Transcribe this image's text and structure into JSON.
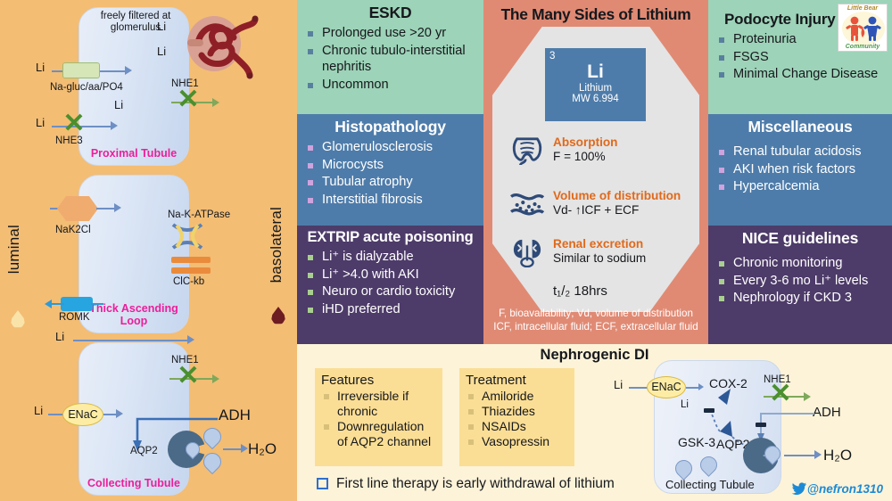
{
  "nephron": {
    "side_labels": {
      "luminal": "luminal",
      "basolateral": "basolateral"
    },
    "proximal": {
      "name": "Proximal Tubule",
      "glomerulus_note": "freely filtered at glomerulus",
      "li_top1": "Li",
      "li_top2": "Li",
      "li_cell": "Li",
      "li_in1": "Li",
      "li_in2": "Li",
      "transporter1": "Na-gluc/aa/PO4",
      "transporter2": "NHE3",
      "baso_transporter": "NHE1"
    },
    "loop": {
      "name": "Thick Ascending Loop",
      "nak2cl": "NaK2Cl",
      "romk": "ROMK",
      "na_k_atpase": "Na-K-ATPase",
      "clckb": "ClC-kb",
      "li_out": "Li"
    },
    "collecting": {
      "name": "Collecting Tubule",
      "li_in": "Li",
      "enac": "ENaC",
      "nhe1": "NHE1",
      "adh": "ADH",
      "aqp2": "AQP2",
      "water": "H₂O"
    }
  },
  "cards": {
    "eskd": {
      "title": "ESKD",
      "items": [
        "Prolonged use >20 yr",
        "Chronic tubulo-interstitial nephritis",
        "Uncommon"
      ]
    },
    "histopathology": {
      "title": "Histopathology",
      "items": [
        "Glomerulosclerosis",
        "Microcysts",
        "Tubular atrophy",
        "Interstitial fibrosis"
      ]
    },
    "extrip": {
      "title": "EXTRIP acute poisoning",
      "items": [
        "Li⁺ is dialyzable",
        "Li⁺ >4.0 with AKI",
        "Neuro or cardio toxicity",
        "iHD preferred"
      ]
    },
    "podocyte": {
      "title": "Podocyte Injury",
      "items": [
        "Proteinuria",
        "FSGS",
        "Minimal Change Disease"
      ]
    },
    "miscellaneous": {
      "title": "Miscellaneous",
      "items": [
        "Renal tubular acidosis",
        "AKI when risk factors",
        "Hypercalcemia"
      ]
    },
    "nice": {
      "title": "NICE guidelines",
      "items": [
        "Chronic monitoring",
        "Every 3-6 mo Li⁺  levels",
        "Nephrology if CKD 3"
      ]
    }
  },
  "center": {
    "title": "The Many Sides of Lithium",
    "element": {
      "atomic_number": "3",
      "symbol": "Li",
      "name": "Lithium",
      "molecular_weight": "MW 6.994"
    },
    "properties": [
      {
        "icon": "intestine-icon",
        "title": "Absorption",
        "value": "F = 100%"
      },
      {
        "icon": "blood-vessel-icon",
        "title": "Volume of distribution",
        "value": "Vd- ↑ICF + ECF"
      },
      {
        "icon": "kidneys-icon",
        "title": "Renal excretion",
        "value": "Similar to sodium"
      }
    ],
    "half_life": "t₁/₂ 18hrs",
    "footnote_line1": "F, bioavailability; Vd, volume of distribution",
    "footnote_line2": "ICF, intracellular fluid; ECF, extracellular fluid"
  },
  "ndi": {
    "title": "Nephrogenic DI",
    "features": {
      "heading": "Features",
      "items": [
        "Irreversible if chronic",
        "Downregulation of AQP2 channel"
      ]
    },
    "treatment": {
      "heading": "Treatment",
      "items": [
        "Amiloride",
        "Thiazides",
        "NSAIDs",
        "Vasopressin"
      ]
    },
    "first_line": "First line therapy is early withdrawal of lithium",
    "diagram": {
      "li_in": "Li",
      "enac": "ENaC",
      "li_inner": "Li",
      "cox2": "COX-2",
      "gsk3": "GSK-3",
      "nhe1": "NHE1",
      "adh": "ADH",
      "aqp2": "AQP2",
      "water": "H₂O",
      "cell_label": "Collecting Tubule"
    }
  },
  "branding": {
    "logo_top_text": "Little Bear",
    "logo_bottom_text": "Community",
    "twitter_handle": "@nefron1310"
  },
  "colors": {
    "orange_bg": "#f3bd74",
    "green_card": "#9dd3b8",
    "blue_card": "#4e7caa",
    "purple_card": "#4d3b69",
    "salmon_center": "#e08a74",
    "cream_ndi": "#fdf3d8",
    "yellow_box": "#fbde95",
    "magenta_label": "#ec1e9a",
    "orange_title": "#e0691b",
    "twitter_blue": "#1c8ad6"
  }
}
